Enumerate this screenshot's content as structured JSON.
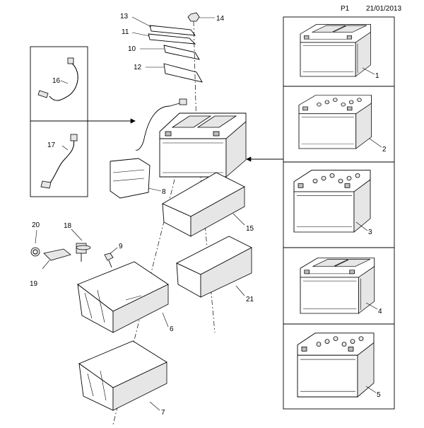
{
  "header": {
    "page": "P1",
    "date": "21/01/2013"
  },
  "callouts": {
    "c1": "1",
    "c2": "2",
    "c3": "3",
    "c4": "4",
    "c5": "5",
    "c6": "6",
    "c7": "7",
    "c8": "8",
    "c9": "9",
    "c10": "10",
    "c11": "11",
    "c12": "12",
    "c13": "13",
    "c14": "14",
    "c15": "15",
    "c16": "16",
    "c17": "17",
    "c18": "18",
    "c19": "19",
    "c20": "20",
    "c21": "21"
  }
}
